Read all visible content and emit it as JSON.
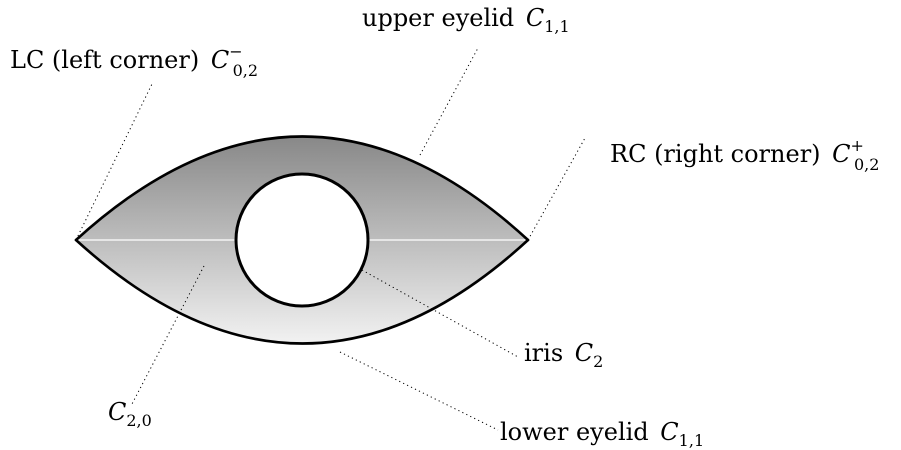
{
  "diagram": {
    "labels": {
      "upper_eyelid": {
        "text": "upper eyelid",
        "var": "C",
        "sub": "1,1",
        "sup": ""
      },
      "left_corner": {
        "text": "LC (left corner)",
        "var": "C",
        "sub": "0,2",
        "sup": "−"
      },
      "right_corner": {
        "text": "RC (right corner)",
        "var": "C",
        "sub": "0,2",
        "sup": "+"
      },
      "iris": {
        "text": "iris",
        "var": "C",
        "sub": "2",
        "sup": ""
      },
      "region": {
        "text": "",
        "var": "C",
        "sub": "2,0",
        "sup": ""
      },
      "lower_eyelid": {
        "text": "lower eyelid",
        "var": "C",
        "sub": "1,1",
        "sup": ""
      }
    },
    "colors": {
      "gradient_top": "#888888",
      "gradient_bottom": "#f2f2f2",
      "outline": "#000000",
      "corner_line": "#ffffff",
      "iris_fill": "#ffffff"
    }
  }
}
